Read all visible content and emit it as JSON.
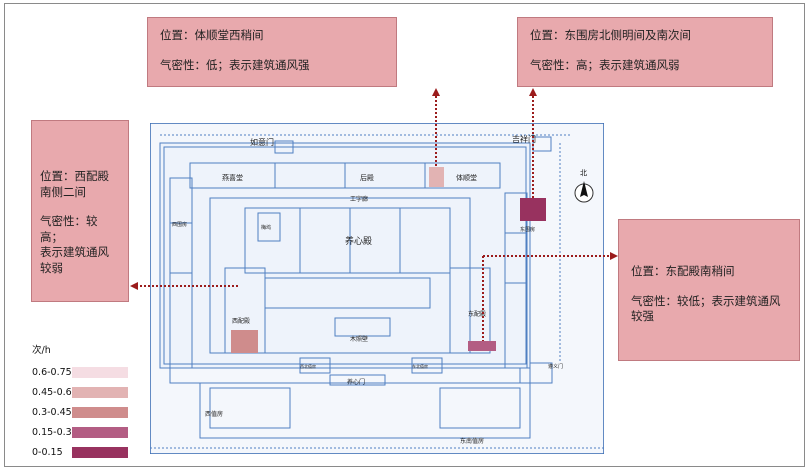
{
  "callouts": {
    "top_center": {
      "line1": "位置：体顺堂西稍间",
      "line2": "气密性：低；表示建筑通风强"
    },
    "top_right": {
      "line1": "位置：东围房北侧明间及南次间",
      "line2": "气密性：高；表示建筑通风弱"
    },
    "left": {
      "line1a": "位置：西配殿",
      "line1b": "南侧二间",
      "line2a": "气密性：较高；",
      "line2b": "表示建筑通风",
      "line2c": "较弱"
    },
    "right": {
      "line1": "位置：东配殿南稍间",
      "line2a": "气密性：较低；表示建筑通风",
      "line2b": "较强"
    }
  },
  "plan_labels": {
    "ruyimen": "如意门",
    "jixiangmen": "吉祥门",
    "yanxitang": "燕喜堂",
    "houdian": "后殿",
    "tishuntang": "体顺堂",
    "gongzuolang": "工字廊",
    "yangxindian": "养心殿",
    "meiwu": "梅坞",
    "xiweifang": "西围房",
    "dongweifang": "东围房",
    "xipeidian": "西配殿",
    "dongpeidian": "东配殿",
    "muzhaobi": "木照壁",
    "yangxinmen": "养心门",
    "xibeipeifang": "西北值房",
    "dongbeizhifang": "东北值房",
    "zunyimen": "遵义门",
    "xizhifang": "西值房",
    "dongnanzhifang": "东南值房",
    "north": "北"
  },
  "legend": {
    "unit": "次/h",
    "items": [
      {
        "label": "0.6-0.75",
        "color": "#f5dde3"
      },
      {
        "label": "0.45-0.6",
        "color": "#e2b3b3"
      },
      {
        "label": "0.3-0.45",
        "color": "#cf8c8c"
      },
      {
        "label": "0.15-0.3",
        "color": "#b35d83"
      },
      {
        "label": "0-0.15",
        "color": "#98325f"
      }
    ]
  },
  "colors": {
    "callout_fill": "#e8a9ad",
    "arrow": "#9b1c1c",
    "plan_line": "#4f7fc2"
  }
}
